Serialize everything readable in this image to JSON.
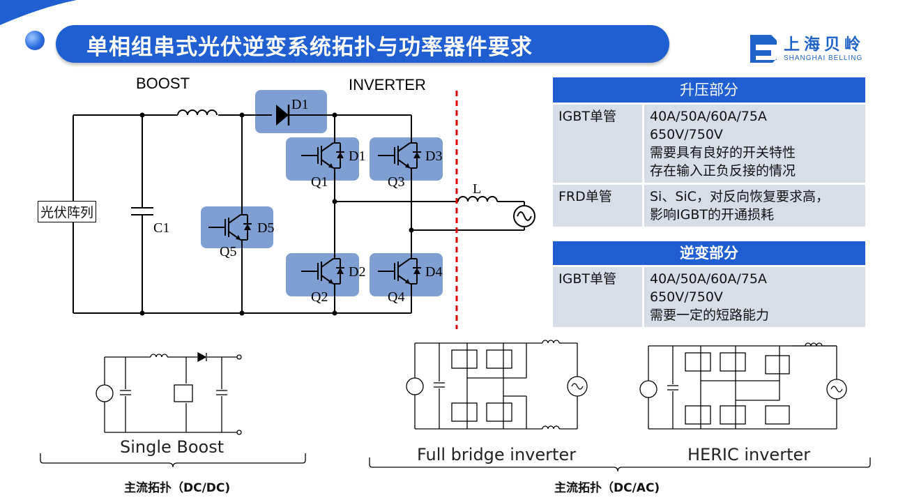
{
  "header": {
    "title": "单相组串式光伏逆变系统拓扑与功率器件要求"
  },
  "logo": {
    "name_cn": "上海贝岭",
    "name_en": "SHANGHAI BELLING"
  },
  "circuit": {
    "boost_label": "BOOST",
    "inverter_label": "INVERTER",
    "pv_label": "光伏阵列",
    "c1": "C1",
    "d1": "D1",
    "q5": "Q5",
    "d5": "D5",
    "q1": "Q1",
    "d1b": "D1",
    "q3": "Q3",
    "d3": "D3",
    "q2": "Q2",
    "d2": "D2",
    "q4": "Q4",
    "d4": "D4",
    "l": "L"
  },
  "boost_section": {
    "header": "升压部分",
    "rows": [
      {
        "device": "IGBT单管",
        "lines": [
          "40A/50A/60A/75A",
          "650V/750V",
          "需要具有良好的开关特性",
          "存在输入正负反接的情况"
        ]
      },
      {
        "device": "FRD单管",
        "lines": [
          "Si、SiC，对反向恢复要求高，",
          "影响IGBT的开通损耗"
        ]
      }
    ]
  },
  "inverter_section": {
    "header": "逆变部分",
    "rows": [
      {
        "device": "IGBT单管",
        "lines": [
          "40A/50A/60A/75A",
          "650V/750V",
          "需要一定的短路能力"
        ]
      }
    ]
  },
  "thumbnails": {
    "single_boost": "Single Boost",
    "full_bridge": "Full bridge inverter",
    "heric": "HERIC inverter"
  },
  "groups": {
    "dcdc": "主流拓扑（DC/DC)",
    "dcac": "主流拓扑（DC/AC)"
  },
  "colors": {
    "accent": "#1f5fd1",
    "highlight": "#7f9fd2",
    "divider": "#e00000"
  }
}
